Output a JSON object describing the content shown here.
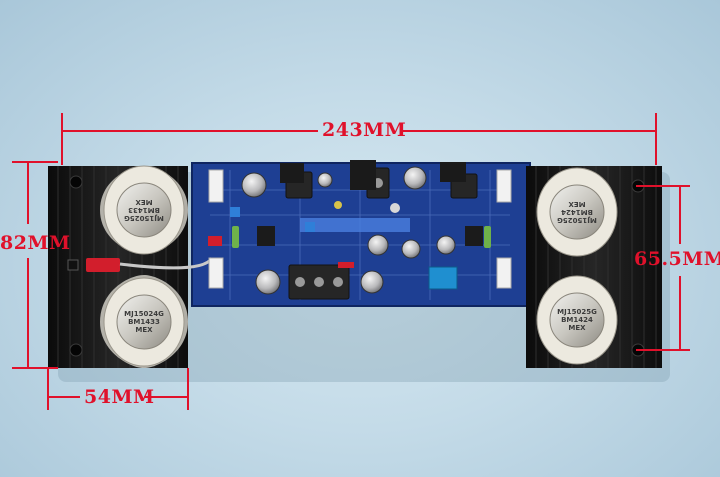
{
  "dimensions": {
    "width_label": "243MM",
    "height_label": "82MM",
    "heatsink_width_label": "54MM",
    "hole_spacing_label": "65.5MM"
  },
  "transistors": [
    {
      "id": "tl",
      "line1": "MJ15025G",
      "line2": "BM1433",
      "line3": "MEX"
    },
    {
      "id": "bl",
      "line1": "MJ15024G",
      "line2": "BM1433",
      "line3": "MEX"
    },
    {
      "id": "tr",
      "line1": "MJ15025G",
      "line2": "BM1424",
      "line3": "MEX"
    },
    {
      "id": "br",
      "line1": "MJ15025G",
      "line2": "BM1424",
      "line3": "MEX"
    }
  ],
  "colors": {
    "dimension_lines": "#e0112b",
    "heatsink": "#141414",
    "pcb": "#1c3a8a",
    "background": "#c4dbe8"
  }
}
